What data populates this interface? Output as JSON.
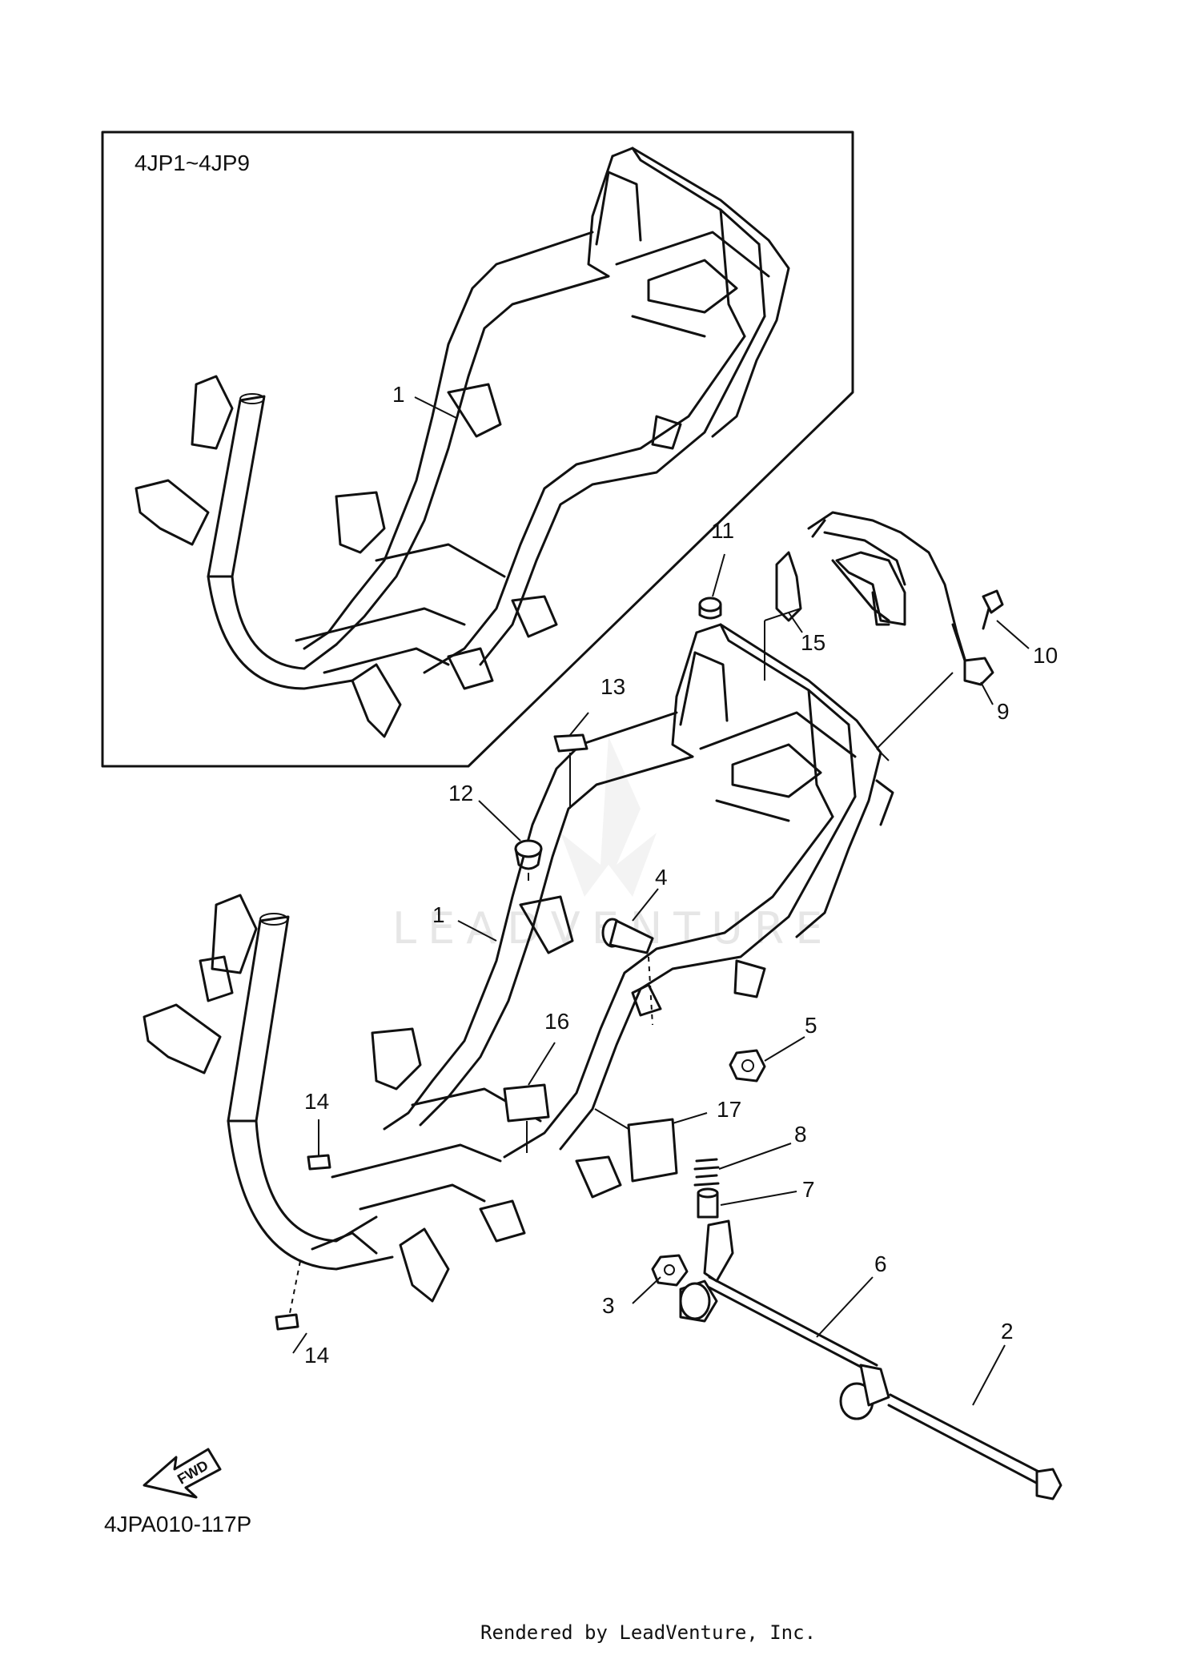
{
  "inset": {
    "model_range": "4JP1~4JP9",
    "callout": "1"
  },
  "callouts": [
    {
      "id": "part-1",
      "label": "1"
    },
    {
      "id": "part-2",
      "label": "2"
    },
    {
      "id": "part-3",
      "label": "3"
    },
    {
      "id": "part-4",
      "label": "4"
    },
    {
      "id": "part-5",
      "label": "5"
    },
    {
      "id": "part-6",
      "label": "6"
    },
    {
      "id": "part-7",
      "label": "7"
    },
    {
      "id": "part-8",
      "label": "8"
    },
    {
      "id": "part-9",
      "label": "9"
    },
    {
      "id": "part-10",
      "label": "10"
    },
    {
      "id": "part-11",
      "label": "11"
    },
    {
      "id": "part-12",
      "label": "12"
    },
    {
      "id": "part-13",
      "label": "13"
    },
    {
      "id": "part-14a",
      "label": "14"
    },
    {
      "id": "part-14b",
      "label": "14"
    },
    {
      "id": "part-15",
      "label": "15"
    },
    {
      "id": "part-16",
      "label": "16"
    },
    {
      "id": "part-17",
      "label": "17"
    }
  ],
  "direction_arrow": {
    "label": "FWD"
  },
  "reference_code": "4JPA010-117P",
  "watermark": "LEADVENTURE",
  "render_credit": "Rendered by LeadVenture, Inc."
}
